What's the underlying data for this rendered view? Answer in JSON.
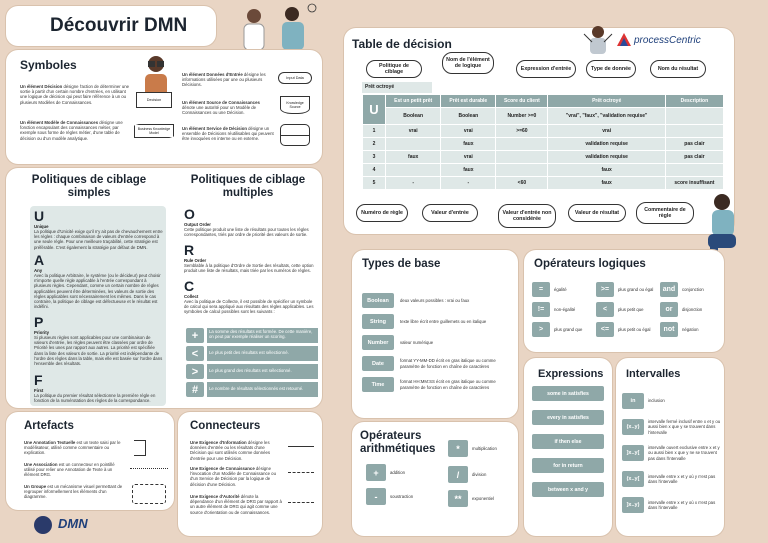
{
  "title": "Découvrir DMN",
  "logo_brand": "processCentric",
  "colors": {
    "bg": "#e9d5c4",
    "teal": "#8fa8a8",
    "card": "#ffffff",
    "light": "#dfe8e7"
  },
  "symboles": {
    "title": "Symboles",
    "decision_lead": "Un élément Décision",
    "decision_text": " désigne l'action de déterminer une sortie à partir d'un certain nombre d'entrées, en utilisant une logique de décision qui peut faire référence à un ou plusieurs Modèles de Connaissances.",
    "decision_label": "Decision",
    "model_lead": "Un élément Modèle de Connaissances",
    "model_text": " désigne une fonction encapsulant des connaissances métier, par exemple sous forme de règles métier, d'une table de décision ou d'un modèle analytique.",
    "model_label": "Business Knowledge Model",
    "input_lead": "Un élément Données d'Entrée",
    "input_text": " désigne les informations utilisées par une ou plusieurs Décisions.",
    "input_label": "Input Data",
    "source_lead": "Un élément Source de Connaissances",
    "source_text": " dénote une autorité pour un Modèle de Connaissances ou une Décision.",
    "source_label": "Knowledge Source",
    "service_lead": "Un élément Service de Décision",
    "service_text": " désigne un ensemble de Décisions réutilisables qui peuvent être invoquées en interne ou en externe."
  },
  "politiques": {
    "simple_title": "Politiques de ciblage simples",
    "multiple_title": "Politiques de ciblage multiples",
    "simple": [
      {
        "letter": "U",
        "name": "Unique",
        "text": "La politique d'Unicité exige qu'il n'y ait pas de chevauchement entre les règles : chaque combinaison de valeurs d'entrée correspond à une seule règle. Pour une meilleure traçabilité, cette stratégie est préférable. C'est également la stratégie par défaut de DMN."
      },
      {
        "letter": "A",
        "name": "Any",
        "text": "Avec la politique Arbitraire, le système (ou le décideur) peut choisir n'importe quelle règle applicable à l'entrée correspondant à plusieurs règles. Cependant, comme un certain nombre de règles applicables peuvent être déterminées, les valeurs de sortie des règles applicables sont nécessairement les mêmes. Dans le cas contraire, la politique de ciblage est défectueuse et le résultat est indéfini."
      },
      {
        "letter": "P",
        "name": "Priority",
        "text": "Si plusieurs règles sont applicables pour une combinaison de valeurs d'entrée, les règles peuvent être classées par ordre de Priorité les unes par rapport aux autres. La priorité est spécifiée dans la liste des valeurs de sortie. La priorité est indépendante de l'ordre des règles dans la table, mais elle est basée sur l'ordre dans l'ensemble des résultats."
      },
      {
        "letter": "F",
        "name": "First",
        "text": "La politique du premier résultat sélectionne la première règle en fonction de la numérotation des règles de la correspondance."
      }
    ],
    "multiple": [
      {
        "letter": "O",
        "name": "Output Order",
        "text": "Cette politique produit une liste de résultats pour toutes les règles correspondantes, triés par ordre de priorité des valeurs de sortie."
      },
      {
        "letter": "R",
        "name": "Rule Order",
        "text": "Semblable à la politique d'Ordre de Sortie des résultats, cette option produit une liste de résultats, mais triée par les numéros de règles."
      },
      {
        "letter": "C",
        "name": "Collect",
        "text": "Avec la politique de Collecte, il est possible de spécifier un symbole de calcul qui sera appliqué aux résultats des règles applicables. Les symboles de calcul possibles sont les suivants :"
      }
    ],
    "collect_ops": [
      {
        "sym": "+",
        "text": "La somme des résultats est formée. De cette manière, on peut par exemple réaliser un scoring."
      },
      {
        "sym": "<",
        "text": "Le plus petit des résultats est sélectionné."
      },
      {
        "sym": ">",
        "text": "Le plus grand des résultats est sélectionné."
      },
      {
        "sym": "#",
        "text": "Le nombre de résultats sélectionnés est retourné."
      }
    ]
  },
  "artefacts": {
    "title": "Artefacts",
    "items": [
      {
        "lead": "Une Annotation Textuelle",
        "text": " est un texte saisi par le modélisateur, utilisé comme commentaire ou explication."
      },
      {
        "lead": "Une Association",
        "text": " est un connecteur en pointillé utilisé pour relier une Annotation de Texte à un élément DRG."
      },
      {
        "lead": "Un Groupe",
        "text": " est un mécanisme visuel permettant de regrouper informellement les éléments d'un diagramme."
      }
    ]
  },
  "connecteurs": {
    "title": "Connecteurs",
    "items": [
      {
        "lead": "Une Exigence d'Information",
        "text": " désigne les données d'entrée ou les résultats d'une Décision qui sont utilisés comme données d'entrée pour une Décision."
      },
      {
        "lead": "Une Exigence de Connaissance",
        "text": " désigne l'invocation d'un Modèle de Connaissance ou d'un Service de Décision par la logique de décision d'une Décision."
      },
      {
        "lead": "Une Exigence d'Autorité",
        "text": " dénote la dépendance d'un élément de DRG par rapport à un autre élément de DRG qui agit comme une source d'orientation ou de connaissances."
      }
    ]
  },
  "table_decision": {
    "title": "Table de décision",
    "table_name": "Prêt octroyé",
    "policy": "U",
    "headers": [
      "Est un petit prêt",
      "Prêt est durable",
      "Score du client",
      "Prêt octroyé",
      "Description"
    ],
    "types": [
      "Boolean",
      "Boolean",
      "Number >=0",
      "\"vrai\", \"faux\", \"validation requise\"",
      ""
    ],
    "rows": [
      [
        "1",
        "vrai",
        "vrai",
        ">=60",
        "vrai",
        ""
      ],
      [
        "2",
        "",
        "faux",
        "",
        "validation requise",
        "pas clair"
      ],
      [
        "3",
        "faux",
        "vrai",
        "",
        "validation requise",
        "pas clair"
      ],
      [
        "4",
        "",
        "faux",
        "",
        "faux",
        ""
      ],
      [
        "5",
        "-",
        "-",
        "<60",
        "faux",
        "score insuffisant"
      ]
    ],
    "callouts": [
      "Politique de ciblage",
      "Nom de l'élément de logique",
      "Expression d'entrée",
      "Type de donnée",
      "Nom du résultat",
      "Numéro de règle",
      "Valeur d'entrée",
      "Valeur d'entrée non considérée",
      "Valeur de résultat",
      "Commentaire de règle"
    ]
  },
  "types_base": {
    "title": "Types de base",
    "items": [
      {
        "type": "Boolean",
        "text": "deux valeurs possibles : vrai ou faux"
      },
      {
        "type": "String",
        "text": "texte libre écrit entre guillemets ou en italique"
      },
      {
        "type": "Number",
        "text": "valeur numérique"
      },
      {
        "type": "Date",
        "text": "format YY-MM-DD écrit en gras italique ou comme paramètre de fonction en chaîne de caractères"
      },
      {
        "type": "Time",
        "text": "format HH:MM:SS écrit en gras italique ou comme paramètre de fonction en chaîne de caractères"
      }
    ]
  },
  "operateurs_logiques": {
    "title": "Opérateurs logiques",
    "items": [
      {
        "sym": "=",
        "text": "égalité"
      },
      {
        "sym": ">=",
        "text": "plus grand ou égal"
      },
      {
        "sym": "and",
        "text": "conjonction"
      },
      {
        "sym": "!=",
        "text": "non-égalité"
      },
      {
        "sym": "<",
        "text": "plus petit que"
      },
      {
        "sym": "or",
        "text": "disjonction"
      },
      {
        "sym": ">",
        "text": "plus grand que"
      },
      {
        "sym": "<=",
        "text": "plus petit ou égal"
      },
      {
        "sym": "not",
        "text": "négation"
      }
    ]
  },
  "operateurs_arith": {
    "title": "Opérateurs arithmétiques",
    "items": [
      {
        "sym": "*",
        "text": "multiplication"
      },
      {
        "sym": "+",
        "text": "addition"
      },
      {
        "sym": "/",
        "text": "division"
      },
      {
        "sym": "-",
        "text": "soustraction"
      },
      {
        "sym": "**",
        "text": "exponentiel"
      }
    ]
  },
  "expressions": {
    "title": "Expressions",
    "items": [
      "some in satisfies",
      "every in satisfies",
      "if then else",
      "for in return",
      "between x and y"
    ]
  },
  "intervalles": {
    "title": "Intervalles",
    "items": [
      {
        "sym": "in",
        "text": "inclusion"
      },
      {
        "sym": "(x..y)",
        "text": "intervalle fermé inclusif entre x et y ou aussi bien x que y se trouvent dans l'intervalle"
      },
      {
        "sym": "]x..y[",
        "text": "intervalle ouvert exclusive entre x et y ou aussi bien x que y ne se trouvent pas dans l'intervalle"
      },
      {
        "sym": "(x..y[",
        "text": "intervalle entre x et y où y n'est pas dans l'intervalle"
      },
      {
        "sym": "]x..y)",
        "text": "intervalle entre x et y où x n'est pas dans l'intervalle"
      }
    ]
  },
  "footer_logo": "DMN"
}
